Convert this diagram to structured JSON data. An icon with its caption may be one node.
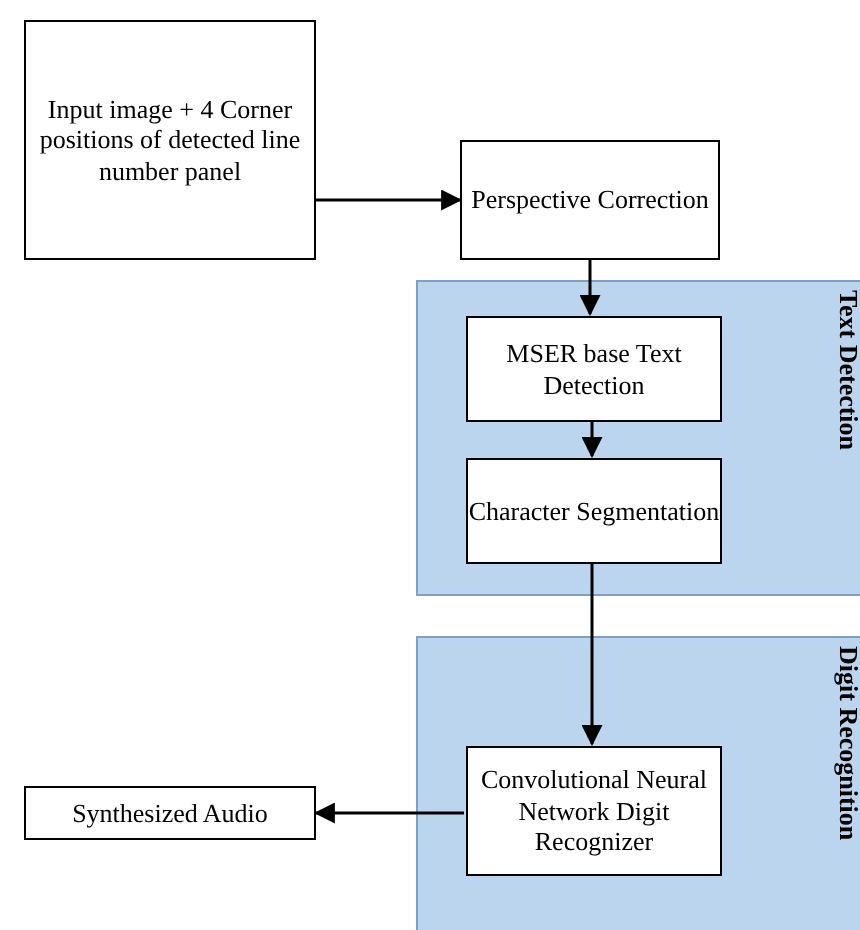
{
  "diagram": {
    "nodes": [
      {
        "text": [
          "Input image + 4 Corner positions of detected line number panel"
        ]
      },
      {
        "text": [
          "Perspective Correction"
        ]
      },
      {
        "text": [
          "Text Detection"
        ]
      },
      {
        "text": [
          "MSER base Text Detection"
        ],
        "in": 2
      },
      {
        "text": [
          "Character Segmentation"
        ],
        "in": 2
      },
      {
        "text": [
          "Digit Recognition"
        ]
      },
      {
        "text": [
          "Convolutional Neural Network Digit Recognizer"
        ],
        "in": 5
      },
      {
        "text": [
          "Synthesized Audio"
        ]
      }
    ],
    "edges": [
      {
        "from": 0,
        "to": 1,
        "arrow": "to"
      },
      {
        "from": 1,
        "to": 3,
        "arrow": "to"
      },
      {
        "from": 3,
        "to": 4,
        "arrow": "to"
      },
      {
        "from": 4,
        "to": 6,
        "arrow": "to"
      },
      {
        "from": 6,
        "to": 7,
        "arrow": "to"
      }
    ]
  }
}
